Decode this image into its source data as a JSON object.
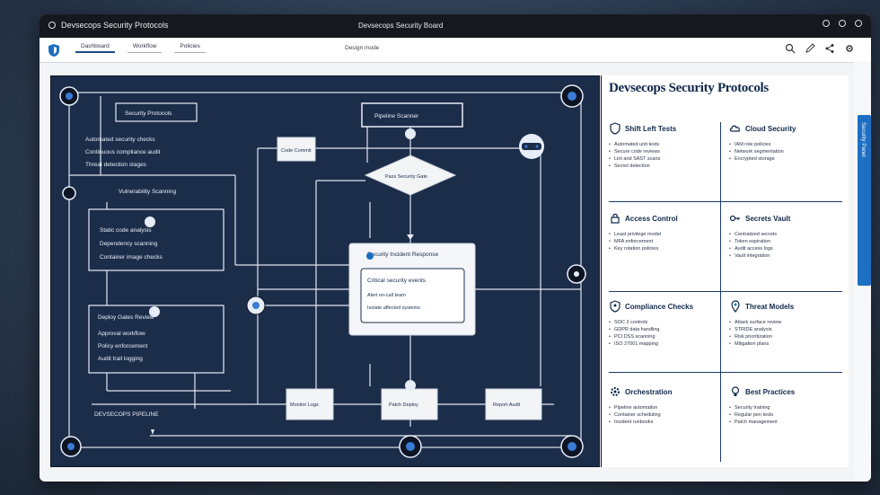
{
  "window": {
    "title": "Devsecops Security Protocols"
  },
  "titlebar": {
    "center_label": "Devsecops Security Board"
  },
  "toolbar": {
    "tabs": [
      {
        "label": "Dashboard"
      },
      {
        "label": "Workflow"
      },
      {
        "label": "Policies"
      }
    ],
    "mode_label": "Design mode"
  },
  "canvas": {
    "top_left_box": "Security Protocols",
    "top_center_box": "Pipeline Scanner",
    "top_small_box": "Code Commit",
    "intro_lines": [
      "Automated security checks",
      "Continuous compliance audit",
      "Threat detection stages"
    ],
    "left_panel_title": "Vulnerability Scanning",
    "left_panel_lines": [
      "Static code analysis",
      "Dependency scanning",
      "Container image checks"
    ],
    "left_lower_title": "Deploy Gates Review",
    "left_lower_lines": [
      "Approval workflow",
      "Policy enforcement",
      "Audit trail logging"
    ],
    "diamond_label": "Pass Security Gate",
    "center_card_title": "Security Incident Response",
    "center_card_inner_title": "Critical security events",
    "center_card_lines": [
      "Alert on-call team",
      "Isolate affected systems"
    ],
    "bottom_boxes": [
      "Monitor Logs",
      "Patch Deploy",
      "Report Audit"
    ],
    "bottom_left_text": "DEVSECOPS PIPELINE"
  },
  "side": {
    "title": "Devsecops Security Protocols",
    "sections": [
      {
        "icon": "shield-icon",
        "title": "Shift Left Tests",
        "items": [
          "Automated unit tests",
          "Secure code reviews",
          "Lint and SAST scans",
          "Secret detection"
        ]
      },
      {
        "icon": "cloud-icon",
        "title": "Cloud Security",
        "items": [
          "IAM role policies",
          "Network segmentation",
          "Encrypted storage"
        ]
      },
      {
        "icon": "lock-icon",
        "title": "Access Control",
        "items": [
          "Least privilege model",
          "MFA enforcement",
          "Key rotation policies"
        ]
      },
      {
        "icon": "key-icon",
        "title": "Secrets Vault",
        "items": [
          "Centralized secrets",
          "Token expiration",
          "Audit access logs",
          "Vault integration"
        ]
      },
      {
        "icon": "user-shield-icon",
        "title": "Compliance Checks",
        "items": [
          "SOC 2 controls",
          "GDPR data handling",
          "PCI DSS scanning",
          "ISO 27001 mapping"
        ]
      },
      {
        "icon": "location-icon",
        "title": "Threat Models",
        "items": [
          "Attack surface review",
          "STRIDE analysis",
          "Risk prioritization",
          "Mitigation plans"
        ]
      },
      {
        "icon": "gear-icon",
        "title": "Orchestration",
        "items": [
          "Pipeline automation",
          "Container scheduling",
          "Incident runbooks"
        ]
      },
      {
        "icon": "bulb-icon",
        "title": "Best Practices",
        "items": [
          "Security training",
          "Regular pen tests",
          "Patch management"
        ]
      }
    ]
  },
  "strip": {
    "label": "Security Panel"
  },
  "colors": {
    "canvas_bg": "#1c2d4a",
    "accent": "#1d6fc2",
    "heading": "#10284a"
  }
}
